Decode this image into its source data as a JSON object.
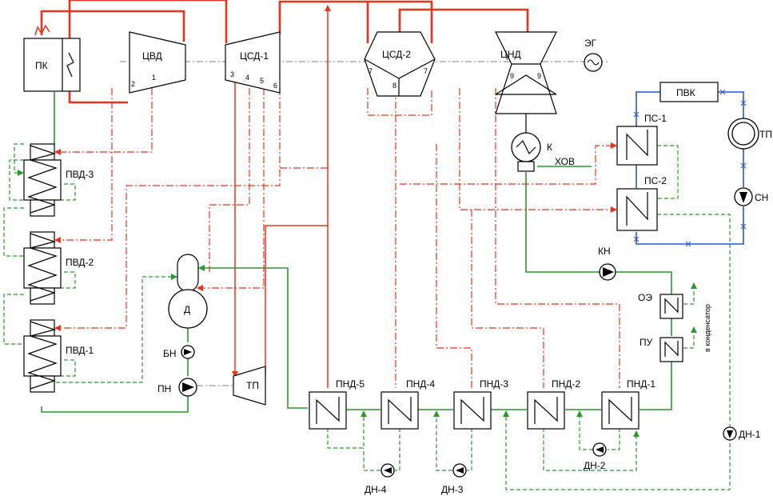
{
  "labels": {
    "pk": "ПК",
    "cvd": "ЦВД",
    "csd1": "ЦСД-1",
    "csd2": "ЦСД-2",
    "cnd": "ЦНД",
    "eg": "ЭГ",
    "pvk": "ПВК",
    "ps1": "ПС-1",
    "ps2": "ПС-2",
    "tp_net": "ТП",
    "sn": "СН",
    "k": "К",
    "hov": "ХОВ",
    "pvd3": "ПВД-3",
    "pvd2": "ПВД-2",
    "pvd1": "ПВД-1",
    "d": "Д",
    "bn": "БН",
    "pn": "ПН",
    "tp_turbine": "ТП",
    "kn": "КН",
    "oe": "ОЭ",
    "pu": "ПУ",
    "to_condenser": "в конденсатор",
    "pnd5": "ПНД-5",
    "pnd4": "ПНД-4",
    "pnd3": "ПНД-3",
    "pnd2": "ПНД-2",
    "pnd1": "ПНД-1",
    "dn1": "ДН-1",
    "dn2": "ДН-2",
    "dn3": "ДН-3",
    "dn4": "ДН-4"
  },
  "bleed_numbers": {
    "cvd": [
      "2",
      "1"
    ],
    "csd1": [
      "3",
      "4",
      "5",
      "6"
    ],
    "csd2": [
      "7",
      "8",
      "7"
    ],
    "cnd": [
      "9",
      "9"
    ]
  },
  "colors": {
    "steam": "#e8341c",
    "water": "#2a9a2a",
    "network": "#2a55d6"
  }
}
